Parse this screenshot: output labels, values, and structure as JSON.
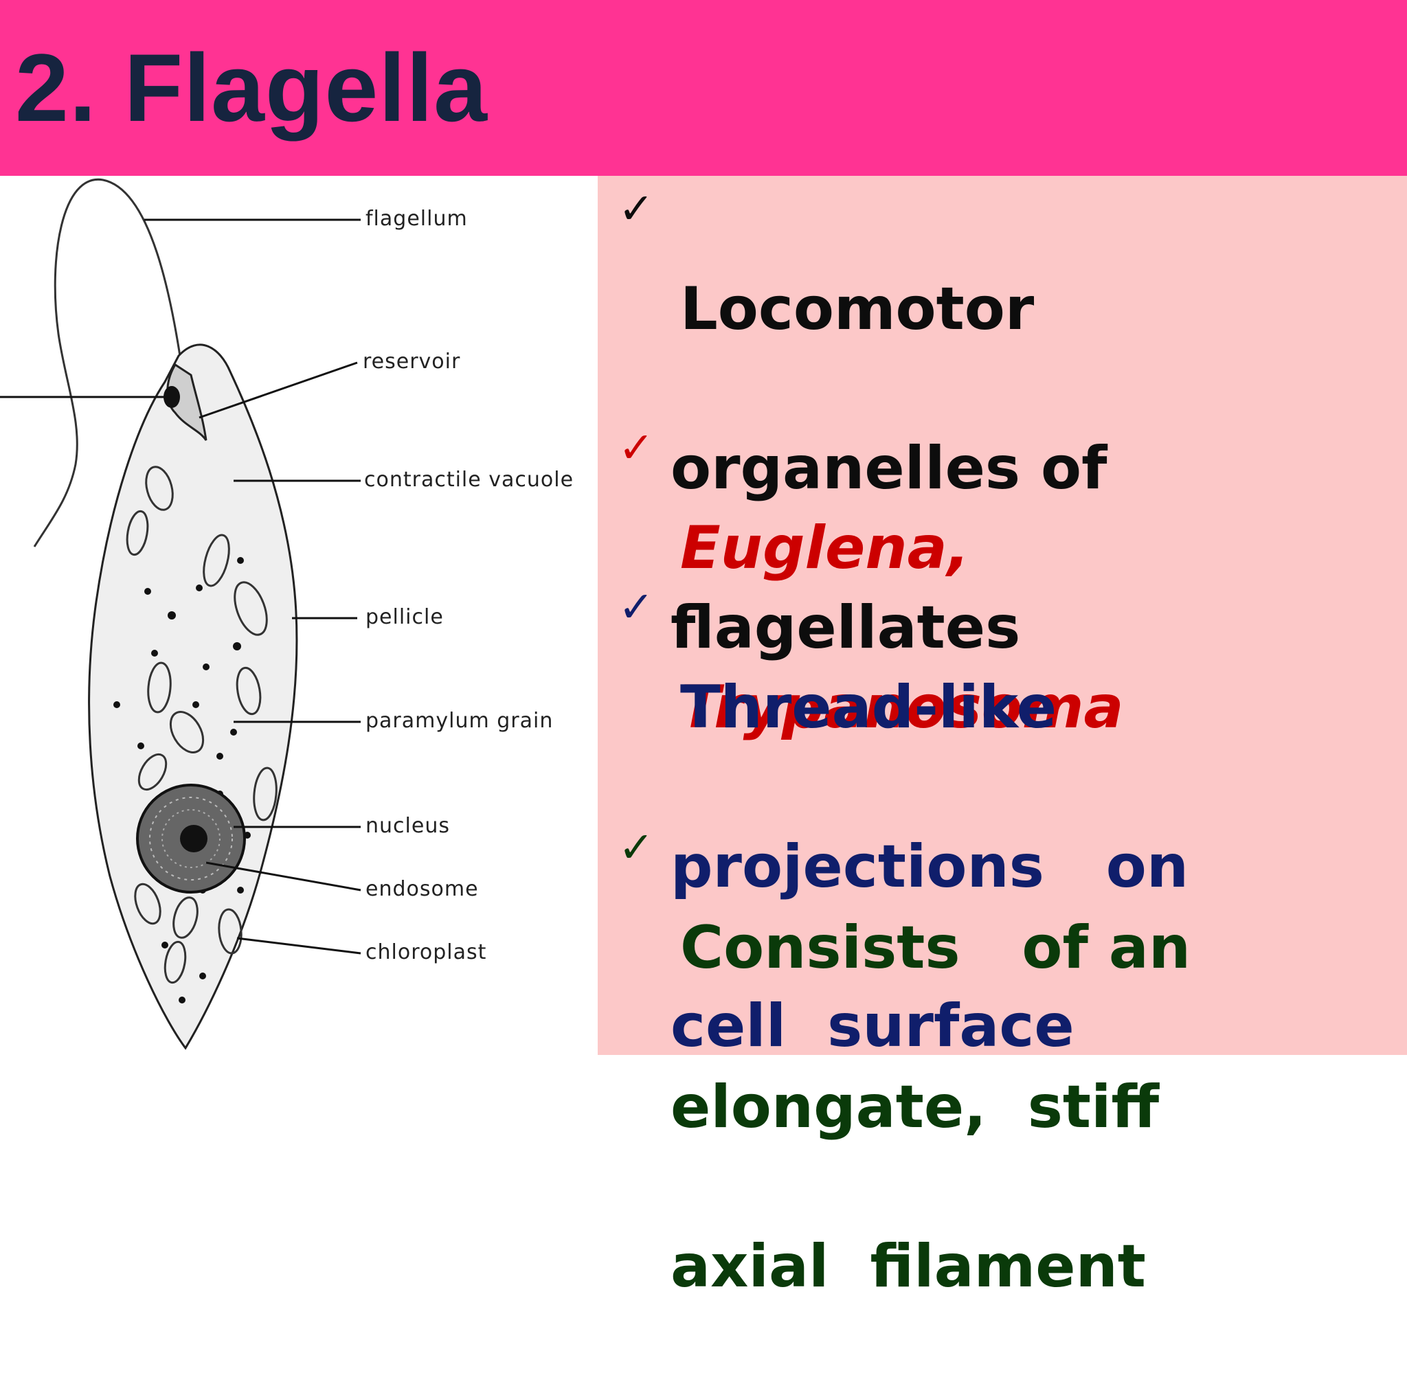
{
  "slide": {
    "title": "2. Flagella"
  },
  "diagram": {
    "labels": {
      "flagellum": "flagellum",
      "reservoir": "reservoir",
      "contractile_vacuole": "contractile vacuole",
      "pellicle": "pellicle",
      "paramylum_grain": "paramylum grain",
      "nucleus": "nucleus",
      "endosome": "endosome",
      "chloroplast": "chloroplast"
    }
  },
  "bullets": {
    "b1": {
      "check": "✓",
      "lines": [
        "Locomotor",
        "organelles  of",
        "flagellates"
      ]
    },
    "b2": {
      "check": "✓",
      "lines": [
        "Euglena,",
        "Trypanosoma"
      ]
    },
    "b3": {
      "check": "✓",
      "lines": [
        "Thread-like",
        "projections   on",
        "cell  surface"
      ]
    },
    "b4": {
      "check": "✓",
      "lines": [
        "Consists   of an",
        "elongate,  stiff",
        "axial  filament"
      ]
    }
  },
  "colors": {
    "title_bar": "#ff3393",
    "title_text": "#16243f",
    "panel_bg": "#fcc8c8",
    "bullet1": "#0d0d0d",
    "bullet2": "#cc0000",
    "bullet3": "#101e6b",
    "bullet4": "#0a3a0a"
  }
}
